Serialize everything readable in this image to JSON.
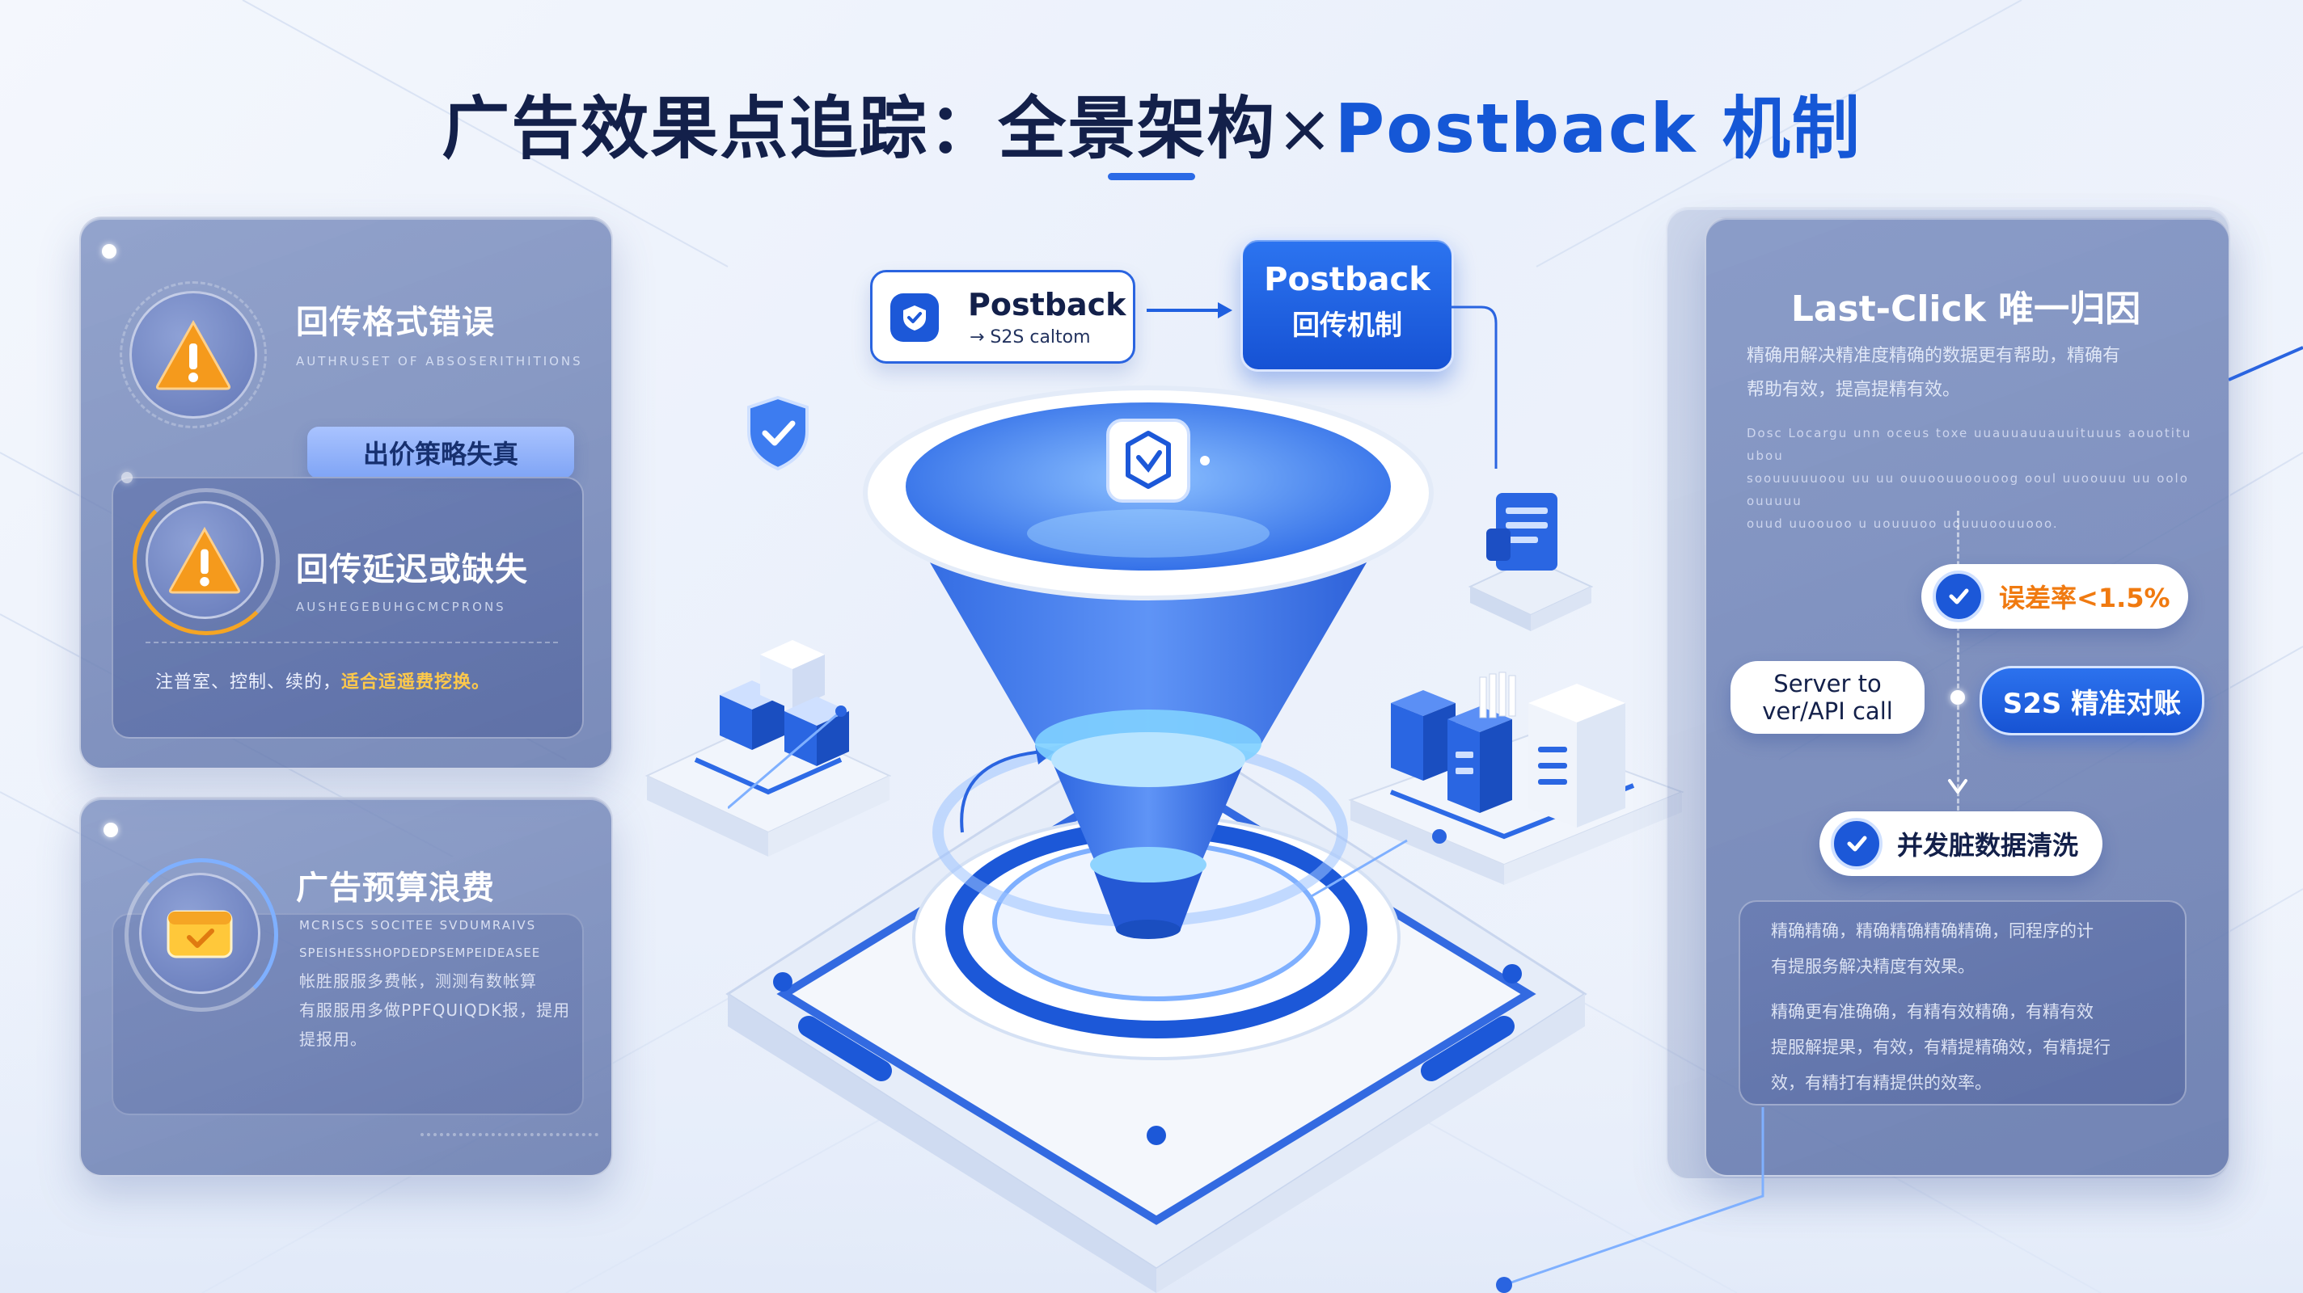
{
  "title": {
    "main": "广告效果点追踪：全景架构",
    "times": "×",
    "accent": "Postback 机制"
  },
  "left_panel": {
    "card1": {
      "heading": "回传格式错误",
      "subtitle": "AUTHRUSET OF ABSOSERITHITIONS"
    },
    "tag": "出价策略失真",
    "card2": {
      "heading": "回传延迟或缺失",
      "subtitle": "AUSHEGEBUHGCMCPRONS",
      "note_plain": "注普室、控制、续的，",
      "note_highlight": "适合适遥费挖换。"
    },
    "card3": {
      "heading": "广告预算浪费",
      "text_lines": [
        "MCRISCS  SOCITEE  SVDUMRAIVS",
        "SPEISHESSHOPDEDPSEMPEIDEASEE",
        "帐胜服服多费帐，测测有数帐算",
        "有服服用多做PPFQUIQDK报，提用",
        "提报用。"
      ]
    }
  },
  "flow": {
    "source_title": "Postback",
    "source_sub": "→ S2S caltom",
    "target_line1": "Postback",
    "target_line2": "回传机制"
  },
  "right_panel": {
    "heading": "Last-Click 唯一归因",
    "intro_lines": [
      "精确用解决精准度精确的数据更有帮助，精确有",
      "帮助有效，提高提精有效。"
    ],
    "tiny_lines": [
      "Dosc Locargu unn oceus toxe uuauuauuauuituuus aouotitu ubou",
      "soouuuuuoou uu uu ouuoouuoouoog ooul uuoouuu uu oolo ouuuuu",
      "ouud uuoouoo u uouuuoo uouuuoouuooo."
    ],
    "error_rate": "误差率<1.5%",
    "server_line1": "Server to",
    "server_line2": "ver/API call",
    "s2s": "S2S 精准对账",
    "clean": "并发脏数据清洗",
    "box_lines": [
      "精确精确，精确精确精确精确，同程序的计",
      "有提服务解决精度有效果。",
      "精确更有准确确，有精有效精确，有精有效",
      "提服解提果，有效，有精提精确效，有精提行",
      "效，有精打有精提供的效率。"
    ]
  },
  "icons": {
    "warning": "warning-icon",
    "wallet": "wallet-icon",
    "check": "check-icon",
    "shield": "shield-icon",
    "funnel_logo": "funnel-logo-icon",
    "document": "document-icon",
    "server": "server-icon",
    "cube": "cube-icon"
  },
  "colors": {
    "brand_blue": "#1557d6",
    "warning_orange": "#f59a1c",
    "highlight_yellow": "#ffc94a",
    "panel_slate": "#6f83bd"
  }
}
